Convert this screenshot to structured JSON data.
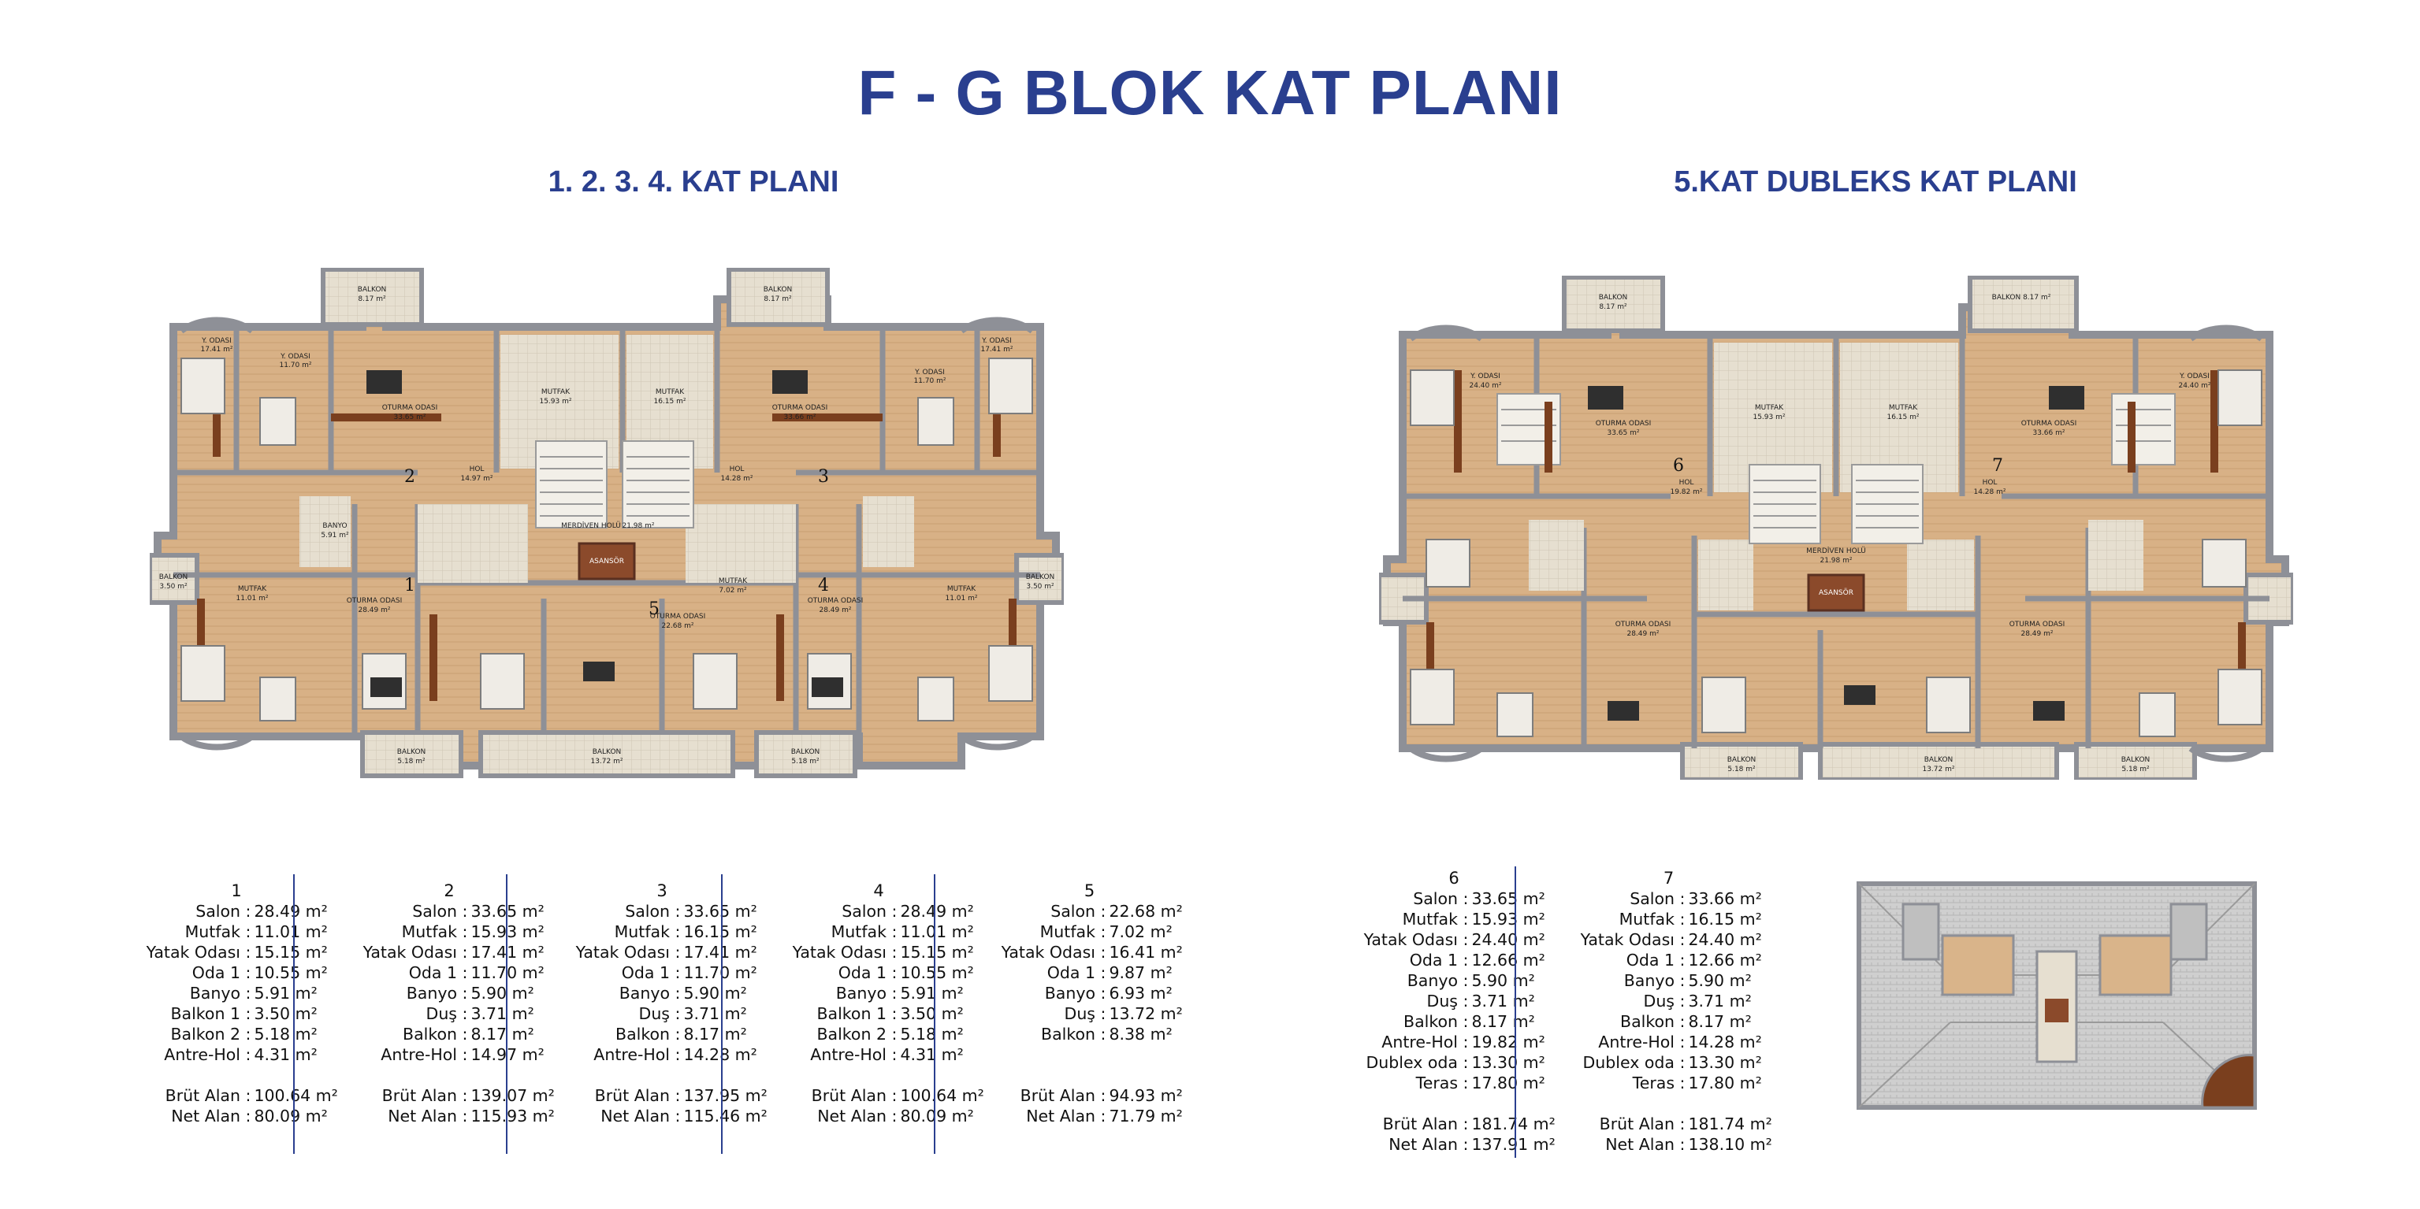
{
  "title": "F - G BLOK KAT PLANI",
  "subtitles": {
    "left": "1. 2. 3. 4. KAT PLANI",
    "right": "5.KAT DUBLEKS KAT PLANI"
  },
  "units": [
    {
      "id": "1",
      "rows": [
        {
          "k": "Salon",
          "v": "28.49 m²"
        },
        {
          "k": "Mutfak",
          "v": "11.01 m²"
        },
        {
          "k": "Yatak Odası",
          "v": "15.15 m²"
        },
        {
          "k": "Oda 1",
          "v": "10.55 m²"
        },
        {
          "k": "Banyo",
          "v": "5.91 m²"
        },
        {
          "k": "Balkon 1",
          "v": "3.50 m²"
        },
        {
          "k": "Balkon 2",
          "v": "5.18 m²"
        },
        {
          "k": "Antre-Hol",
          "v": "4.31 m²"
        }
      ],
      "totals": [
        {
          "k": "Brüt Alan",
          "v": "100.64 m²"
        },
        {
          "k": "Net Alan",
          "v": "80.09 m²"
        }
      ]
    },
    {
      "id": "2",
      "rows": [
        {
          "k": "Salon",
          "v": "33.65 m²"
        },
        {
          "k": "Mutfak",
          "v": "15.93 m²"
        },
        {
          "k": "Yatak Odası",
          "v": "17.41 m²"
        },
        {
          "k": "Oda 1",
          "v": "11.70 m²"
        },
        {
          "k": "Banyo",
          "v": "5.90 m²"
        },
        {
          "k": "Duş",
          "v": "3.71 m²"
        },
        {
          "k": "Balkon",
          "v": "8.17 m²"
        },
        {
          "k": "Antre-Hol",
          "v": "14.97 m²"
        }
      ],
      "totals": [
        {
          "k": "Brüt Alan",
          "v": "139.07 m²"
        },
        {
          "k": "Net Alan",
          "v": "115.93 m²"
        }
      ]
    },
    {
      "id": "3",
      "rows": [
        {
          "k": "Salon",
          "v": "33.65 m²"
        },
        {
          "k": "Mutfak",
          "v": "16.15 m²"
        },
        {
          "k": "Yatak Odası",
          "v": "17.41 m²"
        },
        {
          "k": "Oda 1",
          "v": "11.70 m²"
        },
        {
          "k": "Banyo",
          "v": "5.90 m²"
        },
        {
          "k": "Duş",
          "v": "3.71 m²"
        },
        {
          "k": "Balkon",
          "v": "8.17 m²"
        },
        {
          "k": "Antre-Hol",
          "v": "14.28 m²"
        }
      ],
      "totals": [
        {
          "k": "Brüt Alan",
          "v": "137.95 m²"
        },
        {
          "k": "Net Alan",
          "v": "115.46 m²"
        }
      ]
    },
    {
      "id": "4",
      "rows": [
        {
          "k": "Salon",
          "v": "28.49 m²"
        },
        {
          "k": "Mutfak",
          "v": "11.01 m²"
        },
        {
          "k": "Yatak Odası",
          "v": "15.15 m²"
        },
        {
          "k": "Oda 1",
          "v": "10.55 m²"
        },
        {
          "k": "Banyo",
          "v": "5.91 m²"
        },
        {
          "k": "Balkon 1",
          "v": "3.50 m²"
        },
        {
          "k": "Balkon 2",
          "v": "5.18 m²"
        },
        {
          "k": "Antre-Hol",
          "v": "4.31 m²"
        }
      ],
      "totals": [
        {
          "k": "Brüt Alan",
          "v": "100.64 m²"
        },
        {
          "k": "Net Alan",
          "v": "80.09 m²"
        }
      ]
    },
    {
      "id": "5",
      "rows": [
        {
          "k": "Salon",
          "v": "22.68 m²"
        },
        {
          "k": "Mutfak",
          "v": "7.02 m²"
        },
        {
          "k": "Yatak Odası",
          "v": "16.41 m²"
        },
        {
          "k": "Oda 1",
          "v": "9.87 m²"
        },
        {
          "k": "Banyo",
          "v": "6.93 m²"
        },
        {
          "k": "Duş",
          "v": "13.72 m²"
        },
        {
          "k": "Balkon",
          "v": "8.38 m²"
        }
      ],
      "totals": [
        {
          "k": "Brüt Alan",
          "v": "94.93 m²"
        },
        {
          "k": "Net Alan",
          "v": "71.79 m²"
        }
      ]
    },
    {
      "id": "6",
      "rows": [
        {
          "k": "Salon",
          "v": "33.65 m²"
        },
        {
          "k": "Mutfak",
          "v": "15.93 m²"
        },
        {
          "k": "Yatak Odası",
          "v": "24.40 m²"
        },
        {
          "k": "Oda 1",
          "v": "12.66 m²"
        },
        {
          "k": "Banyo",
          "v": "5.90 m²"
        },
        {
          "k": "Duş",
          "v": "3.71 m²"
        },
        {
          "k": "Balkon",
          "v": "8.17 m²"
        },
        {
          "k": "Antre-Hol",
          "v": "19.82 m²"
        },
        {
          "k": "Dublex oda",
          "v": "13.30 m²"
        },
        {
          "k": "Teras",
          "v": "17.80 m²"
        }
      ],
      "totals": [
        {
          "k": "Brüt Alan",
          "v": "181.74 m²"
        },
        {
          "k": "Net Alan",
          "v": "137.91 m²"
        }
      ]
    },
    {
      "id": "7",
      "rows": [
        {
          "k": "Salon",
          "v": "33.66 m²"
        },
        {
          "k": "Mutfak",
          "v": "16.15 m²"
        },
        {
          "k": "Yatak Odası",
          "v": "24.40 m²"
        },
        {
          "k": "Oda 1",
          "v": "12.66 m²"
        },
        {
          "k": "Banyo",
          "v": "5.90 m²"
        },
        {
          "k": "Duş",
          "v": "3.71 m²"
        },
        {
          "k": "Balkon",
          "v": "8.17 m²"
        },
        {
          "k": "Antre-Hol",
          "v": "14.28 m²"
        },
        {
          "k": "Dublex oda",
          "v": "13.30 m²"
        },
        {
          "k": "Teras",
          "v": "17.80 m²"
        }
      ],
      "totals": [
        {
          "k": "Brüt Alan",
          "v": "181.74 m²"
        },
        {
          "k": "Net Alan",
          "v": "138.10 m²"
        }
      ]
    }
  ],
  "plan_left": {
    "rooms": [
      {
        "label": "BALKON",
        "area": "8.17 m²"
      },
      {
        "label": "BALKON",
        "area": "8.17 m²"
      },
      {
        "label": "Y. ODASI",
        "area": "17.41 m²"
      },
      {
        "label": "Y. ODASI",
        "area": "11.70 m²"
      },
      {
        "label": "OTURMA ODASI",
        "area": "33.65 m²"
      },
      {
        "label": "MUTFAK",
        "area": "15.93 m²"
      },
      {
        "label": "MUTFAK",
        "area": "16.15 m²"
      },
      {
        "label": "OTURMA ODASI",
        "area": "33.66 m²"
      },
      {
        "label": "Y. ODASI",
        "area": "11.70 m²"
      },
      {
        "label": "Y. ODASI",
        "area": "17.41 m²"
      },
      {
        "label": "HOL",
        "area": "14.97 m²"
      },
      {
        "label": "MERDİVEN HOLÜ",
        "area": "21.98 m²"
      },
      {
        "label": "HOL",
        "area": "14.28 m²"
      },
      {
        "label": "BANYO",
        "area": "5.91 m²"
      },
      {
        "label": "OTURMA ODASI",
        "area": "28.49 m²"
      },
      {
        "label": "MUTFAK",
        "area": "11.01 m²"
      },
      {
        "label": "BALKON",
        "area": "3.50 m²"
      },
      {
        "label": "ASANSÖR",
        "area": ""
      },
      {
        "label": "MUTFAK",
        "area": "7.02 m²"
      },
      {
        "label": "OTURMA ODASI",
        "area": "22.68 m²"
      },
      {
        "label": "OTURMA ODASI",
        "area": "28.49 m²"
      },
      {
        "label": "MUTFAK",
        "area": "11.01 m²"
      },
      {
        "label": "BALKON",
        "area": "3.50 m²"
      },
      {
        "label": "BALKON",
        "area": "5.18 m²"
      },
      {
        "label": "BALKON",
        "area": "13.72 m²"
      },
      {
        "label": "BALKON",
        "area": "5.18 m²"
      }
    ],
    "numbers": [
      "1",
      "2",
      "3",
      "4",
      "5"
    ]
  },
  "plan_right": {
    "rooms": [
      {
        "label": "BALKON",
        "area": "8.17 m²"
      },
      {
        "label": "BALKON 8.17 m²",
        "area": ""
      },
      {
        "label": "Y. ODASI",
        "area": "24.40 m²"
      },
      {
        "label": "OTURMA ODASI",
        "area": "33.65 m²"
      },
      {
        "label": "MUTFAK",
        "area": "15.93 m²"
      },
      {
        "label": "MUTFAK",
        "area": "16.15 m²"
      },
      {
        "label": "OTURMA ODASI",
        "area": "33.66 m²"
      },
      {
        "label": "Y. ODASI",
        "area": "24.40 m²"
      },
      {
        "label": "HOL",
        "area": "19.82 m²"
      },
      {
        "label": "HOL",
        "area": "14.28 m²"
      },
      {
        "label": "MERDİVEN HOLÜ",
        "area": "21.98 m²"
      },
      {
        "label": "ASANSÖR",
        "area": ""
      },
      {
        "label": "OTURMA ODASI",
        "area": "28.49 m²"
      },
      {
        "label": "OTURMA ODASI",
        "area": "28.49 m²"
      },
      {
        "label": "BALKON",
        "area": "5.18 m²"
      },
      {
        "label": "BALKON",
        "area": "13.72 m²"
      },
      {
        "label": "BALKON",
        "area": "5.18 m²"
      }
    ],
    "numbers": [
      "6",
      "7"
    ]
  },
  "colors": {
    "accent": "#2a3f8f",
    "wall": "#8e9097",
    "floor": "#d9b48a",
    "wood": "#7a3f1e",
    "tile": "#e3dccd"
  }
}
